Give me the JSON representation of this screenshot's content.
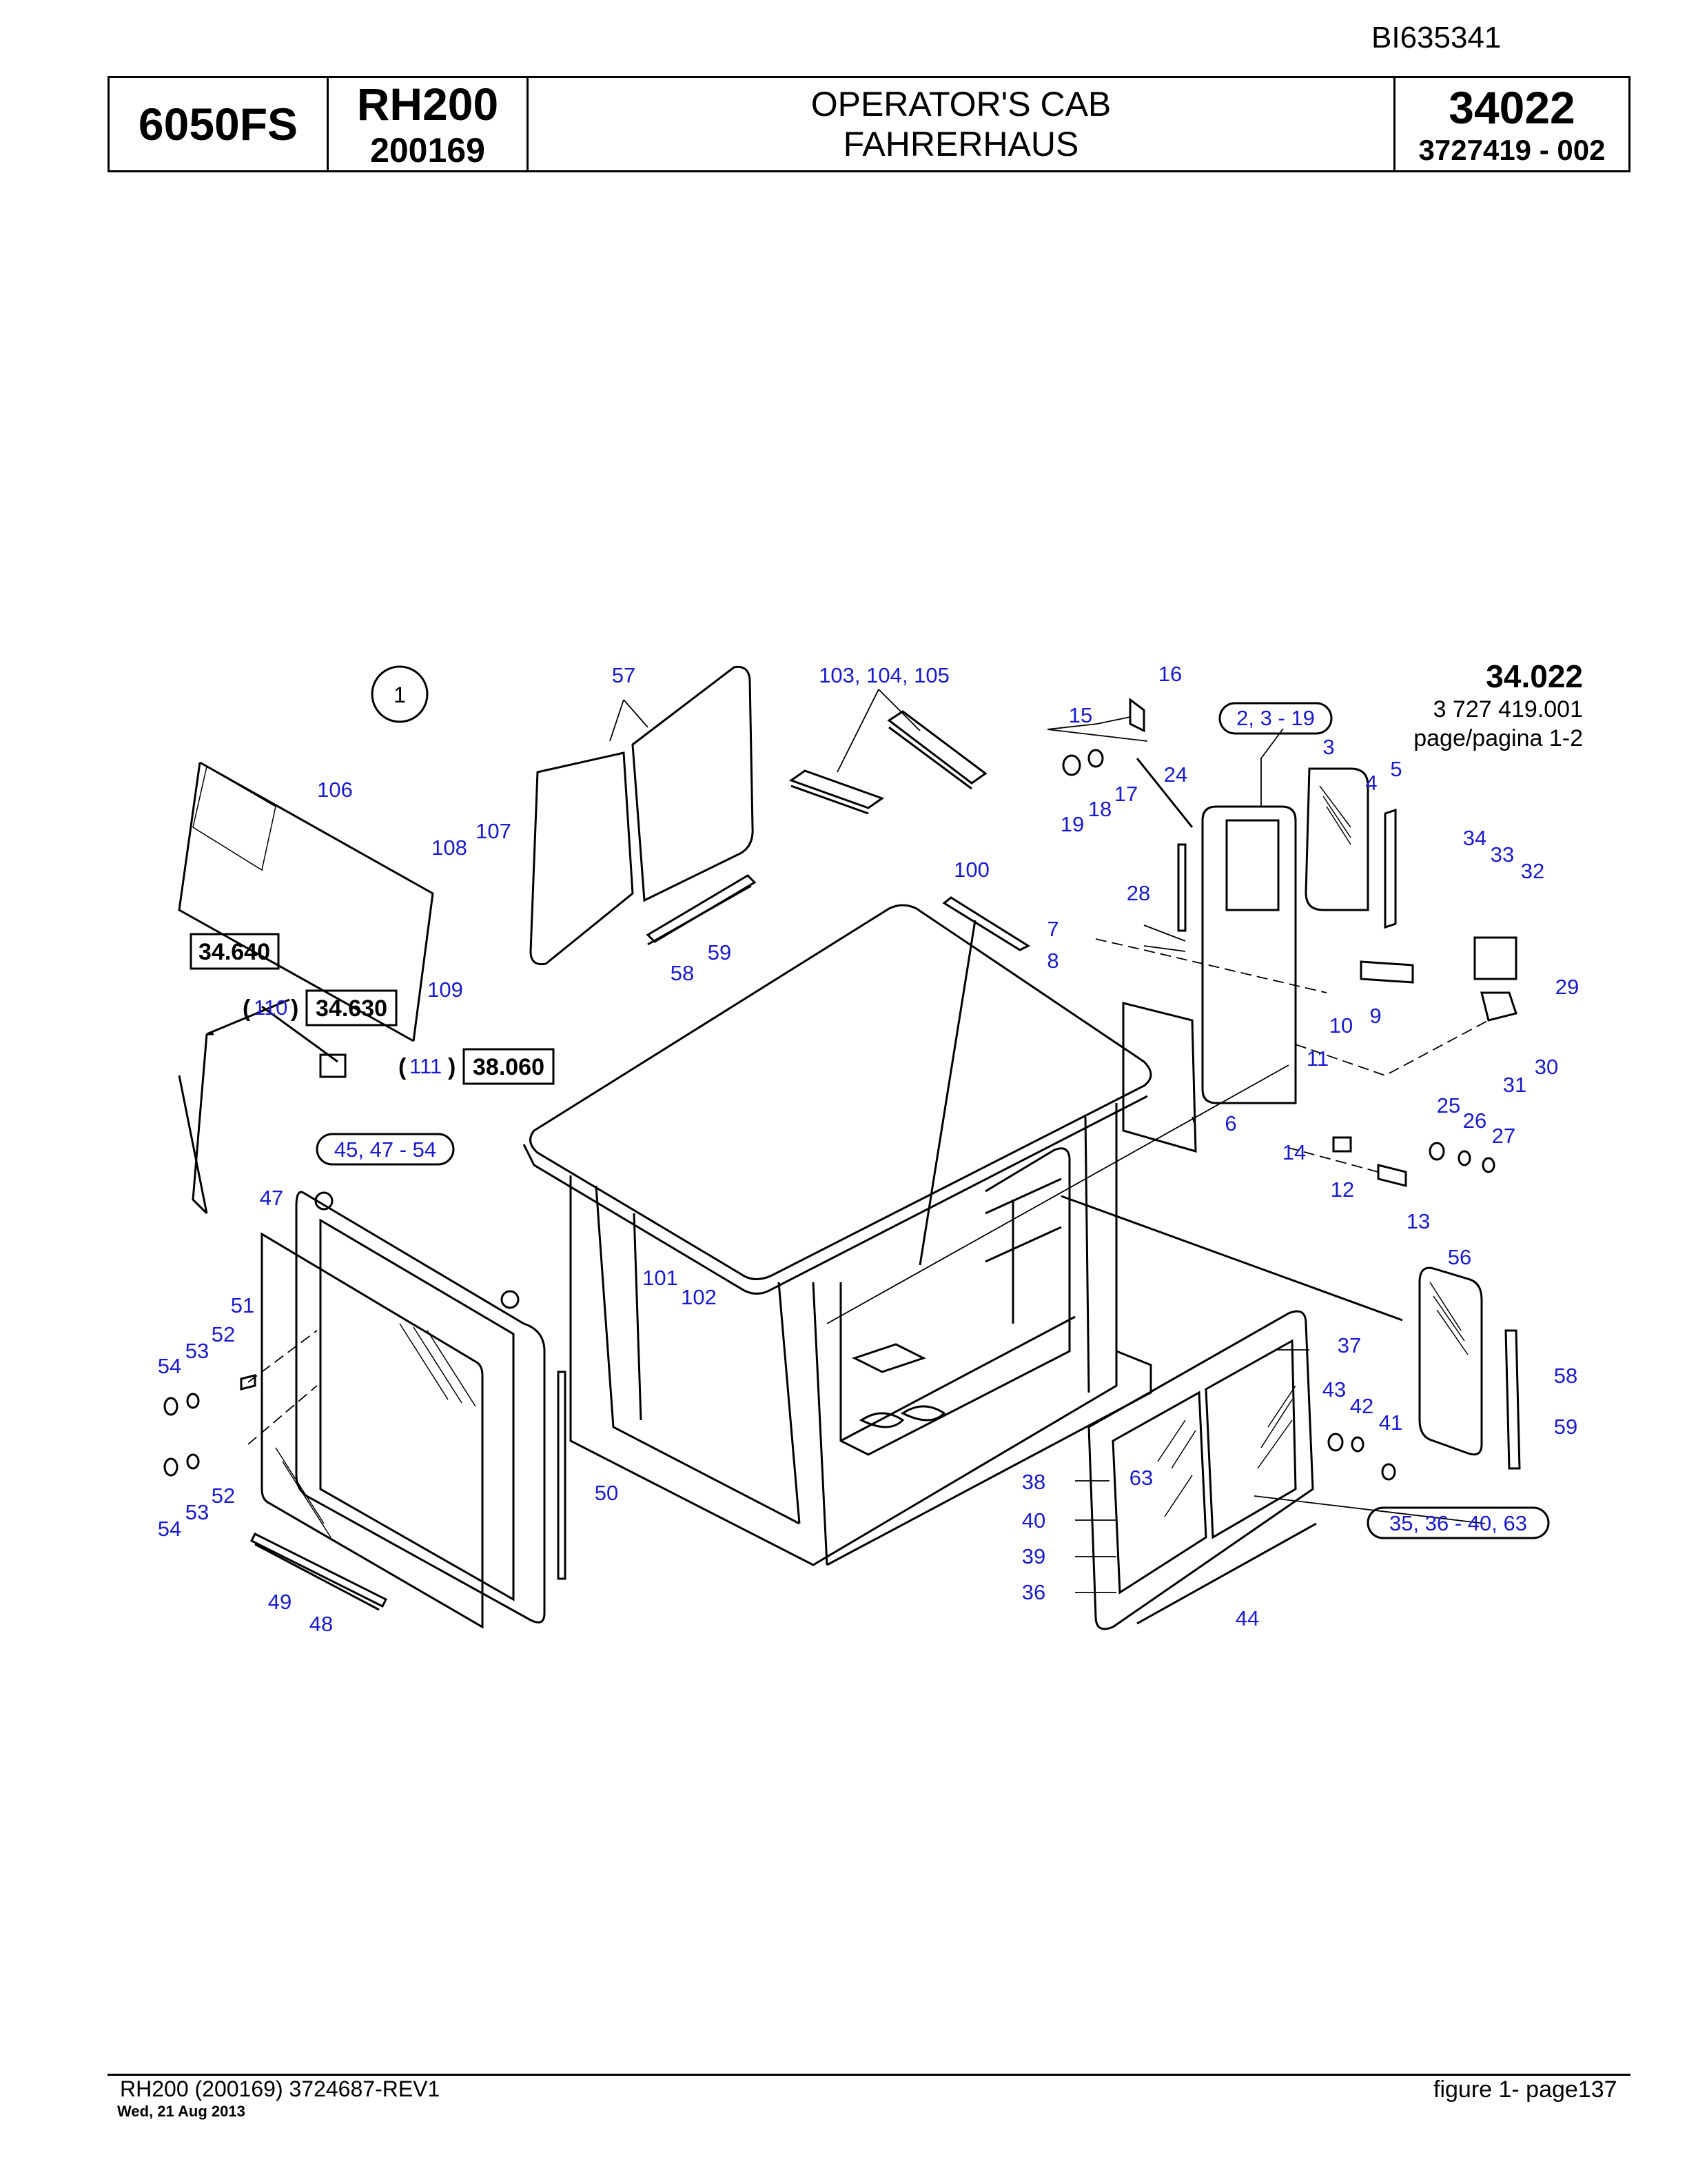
{
  "doc_id": "BI635341",
  "title_block": {
    "model": "6050FS",
    "series": "RH200",
    "serial": "200169",
    "title_en": "OPERATOR'S CAB",
    "title_de": "FAHRERHAUS",
    "group": "34022",
    "part_ref": "3727419  - 002"
  },
  "figure": {
    "number": "1",
    "group_label": "34.022",
    "assembly_no": "3 727 419.001",
    "page_label": "page/pagina 1-2"
  },
  "refs": {
    "r34640": "34.640",
    "r34630": "34.630",
    "r38060": "38.060",
    "p110": "110",
    "p111": "111"
  },
  "groups": {
    "g1": "2, 3 - 19",
    "g2": "45, 47 - 54",
    "g3": "35, 36 - 40, 63",
    "g4": "103, 104, 105"
  },
  "labels": {
    "l57": "57",
    "l16": "16",
    "l15": "15",
    "l3": "3",
    "l24": "24",
    "l17": "17",
    "l18": "18",
    "l19": "19",
    "l4": "4",
    "l5": "5",
    "l106": "106",
    "l107": "107",
    "l108": "108",
    "l100": "100",
    "l28": "28",
    "l34": "34",
    "l33": "33",
    "l32": "32",
    "l59a": "59",
    "l58a": "58",
    "l7": "7",
    "l8": "8",
    "l29": "29",
    "l9": "9",
    "l10": "10",
    "l11": "11",
    "l109": "109",
    "l31": "31",
    "l30": "30",
    "l6": "6",
    "l25": "25",
    "l26": "26",
    "l27": "27",
    "l14": "14",
    "l12": "12",
    "l13": "13",
    "l47": "47",
    "l56": "56",
    "l101": "101",
    "l102": "102",
    "l51": "51",
    "l37": "37",
    "l52a": "52",
    "l53a": "53",
    "l54a": "54",
    "l58b": "58",
    "l43": "43",
    "l42": "42",
    "l41": "41",
    "l59b": "59",
    "l52b": "52",
    "l53b": "53",
    "l54b": "54",
    "l50": "50",
    "l38": "38",
    "l63": "63",
    "l40": "40",
    "l39": "39",
    "l36": "36",
    "l49": "49",
    "l48": "48",
    "l44": "44"
  },
  "footer": {
    "left": "RH200 (200169) 3724687-REV1",
    "date": "Wed, 21 Aug 2013",
    "right": "figure  1- page137"
  }
}
